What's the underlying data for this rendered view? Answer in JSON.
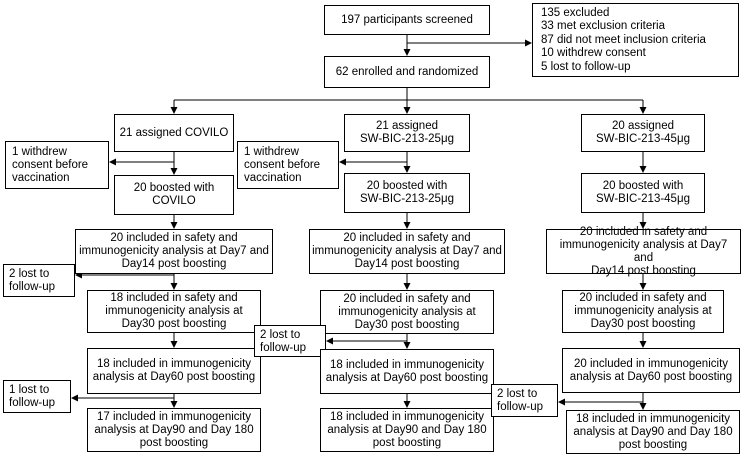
{
  "flowchart": {
    "screened": "197 participants screened",
    "excluded": "135 excluded\n   33 met exclusion criteria\n   87 did not meet inclusion criteria\n   10 withdrew consent\n   5 lost to follow-up",
    "enrolled": "62 enrolled and randomized",
    "arms": [
      {
        "assigned": "21 assigned COVILO",
        "withdrew": "1 withdrew\nconsent before\nvaccination",
        "boosted": "20 boosted with\nCOVILO",
        "safety14": "20 included in safety and\nimmunogenicity analysis at Day7 and\nDay14 post boosting",
        "lost1": "2 lost to\nfollow-up",
        "safety30": "18 included in safety and\nimmunogenicity analysis at\nDay30 post boosting",
        "immuno60": "18 included in immunogenicity\nanalysis at Day60 post boosting",
        "lost2": "1 lost to\nfollow-up",
        "immuno180": "17 included in immunogenicity\nanalysis at Day90 and Day 180\npost boosting"
      },
      {
        "assigned": "21 assigned\nSW-BIC-213-25μg",
        "withdrew": "1 withdrew\nconsent before\nvaccination",
        "boosted": "20 boosted with\nSW-BIC-213-25μg",
        "safety14": "20 included in safety and\nimmunogenicity analysis at Day7 and\nDay14 post boosting",
        "safety30": "20 included in safety and\nimmunogenicity analysis at\nDay30 post boosting",
        "lost1": "2 lost to\nfollow-up",
        "immuno60": "18 included in immunogenicity\nanalysis at Day60 post boosting",
        "immuno180": "18 included in immunogenicity\nanalysis at Day90 and Day 180\npost boosting"
      },
      {
        "assigned": "20 assigned\nSW-BIC-213-45μg",
        "boosted": "20 boosted with\nSW-BIC-213-45μg",
        "safety14": "20 included in safety and\nimmunogenicity analysis at Day7 and\nDay14 post boosting",
        "safety30": "20 included in safety and\nimmunogenicity analysis at\nDay30 post boosting",
        "immuno60": "20 included in immunogenicity\nanalysis at Day60 post boosting",
        "lost1": "2 lost to\nfollow-up",
        "immuno180": "18 included in immunogenicity\nanalysis at Day90 and Day 180\npost boosting"
      }
    ]
  }
}
